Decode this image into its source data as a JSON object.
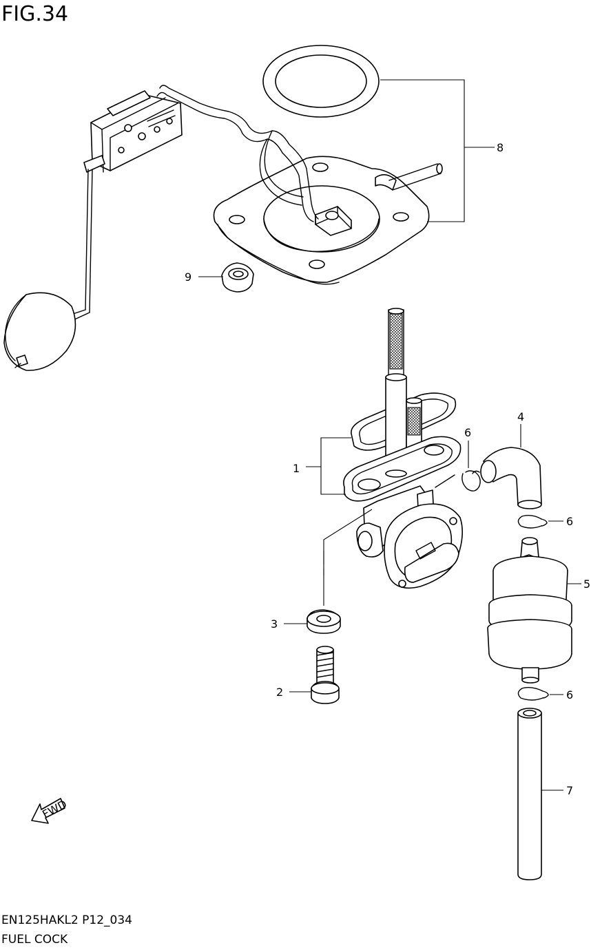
{
  "figure": {
    "title": "FIG.34",
    "model_code": "EN125HAKL2 P12_034",
    "name": "FUEL COCK"
  },
  "callouts": [
    "1",
    "2",
    "3",
    "4",
    "5",
    "6",
    "6",
    "6",
    "7",
    "8",
    "9"
  ],
  "fwd_marker": "FWD"
}
